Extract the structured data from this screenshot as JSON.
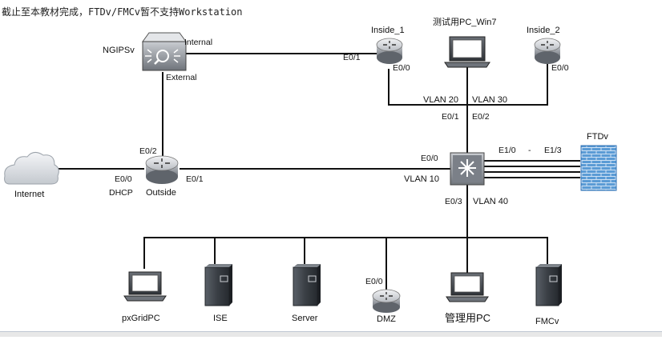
{
  "caption": "截止至本教材完成，FTDv/FMCv暂不支持Workstation",
  "devices": {
    "ngips": "NGIPSv",
    "inside1": "Inside_1",
    "test_pc": "测试用PC_Win7",
    "inside2": "Inside_2",
    "internet": "Internet",
    "outside": "Outside",
    "ftd": "FTDv",
    "pxgrid": "pxGridPC",
    "ise": "ISE",
    "server": "Server",
    "dmz": "DMZ",
    "mgmt_pc": "管理用PC",
    "fmc": "FMCv"
  },
  "ports": {
    "ngips_internal": "Internal",
    "ngips_external": "External",
    "inside1_e01": "E0/1",
    "inside1_e00": "E0/0",
    "inside2_e00": "E0/0",
    "outside_e02": "E0/2",
    "outside_e00": "E0/0",
    "outside_dhcp": "DHCP",
    "outside_e01": "E0/1",
    "switch_e01": "E0/1",
    "switch_e02": "E0/2",
    "switch_e00": "E0/0",
    "switch_e03": "E0/3",
    "ftd_e10": "E1/0",
    "ftd_dash": "-",
    "ftd_e13": "E1/3",
    "dmz_e00": "E0/0"
  },
  "vlans": {
    "vlan20": "VLAN 20",
    "vlan30": "VLAN 30",
    "vlan10": "VLAN 10",
    "vlan40": "VLAN 40"
  },
  "colors": {
    "router_body": "#8a8f96",
    "switch_blue": "#2e6fb3",
    "firewall": "#5b9bd5",
    "server_dark": "#3a3f45",
    "cloud": "#d9dde2"
  }
}
